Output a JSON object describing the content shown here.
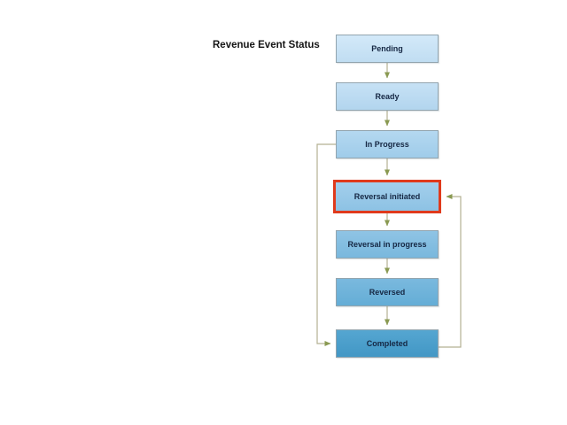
{
  "title": "Revenue Event Status",
  "diagram": {
    "nodes": [
      {
        "id": "pending",
        "label": "Pending",
        "highlighted": false,
        "fill": [
          "#d3e9f9",
          "#c0ddf2"
        ]
      },
      {
        "id": "ready",
        "label": "Ready",
        "highlighted": false,
        "fill": [
          "#c6e1f5",
          "#b2d5ee"
        ]
      },
      {
        "id": "in-progress",
        "label": "In Progress",
        "highlighted": false,
        "fill": [
          "#b4d8f0",
          "#9fccea"
        ]
      },
      {
        "id": "reversal-initiated",
        "label": "Reversal initiated",
        "highlighted": true,
        "fill": [
          "#a3cfec",
          "#8dc2e4"
        ]
      },
      {
        "id": "reversal-in-progress",
        "label": "Reversal in progress",
        "highlighted": false,
        "fill": [
          "#8fc4e5",
          "#79b8dd"
        ]
      },
      {
        "id": "reversed",
        "label": "Reversed",
        "highlighted": false,
        "fill": [
          "#7ab9de",
          "#64add6"
        ]
      },
      {
        "id": "completed",
        "label": "Completed",
        "highlighted": false,
        "fill": [
          "#55a6d1",
          "#4297c5"
        ]
      }
    ],
    "edges": [
      {
        "from": "pending",
        "to": "ready",
        "type": "down"
      },
      {
        "from": "ready",
        "to": "in-progress",
        "type": "down"
      },
      {
        "from": "in-progress",
        "to": "reversal-initiated",
        "type": "down"
      },
      {
        "from": "reversal-initiated",
        "to": "reversal-in-progress",
        "type": "down"
      },
      {
        "from": "reversal-in-progress",
        "to": "reversed",
        "type": "down"
      },
      {
        "from": "reversed",
        "to": "completed",
        "type": "down"
      },
      {
        "from": "in-progress",
        "to": "completed",
        "type": "bypass-left"
      },
      {
        "from": "completed",
        "to": "reversal-initiated",
        "type": "return-right"
      }
    ],
    "colors": {
      "background": "#ffffff",
      "box_border": "#92a4ae",
      "highlight_border": "#e03a1c",
      "arrow_line": "#b3b192",
      "arrow_head": "#8a9a52",
      "label_text": "#152743",
      "title_text": "#161616"
    }
  }
}
